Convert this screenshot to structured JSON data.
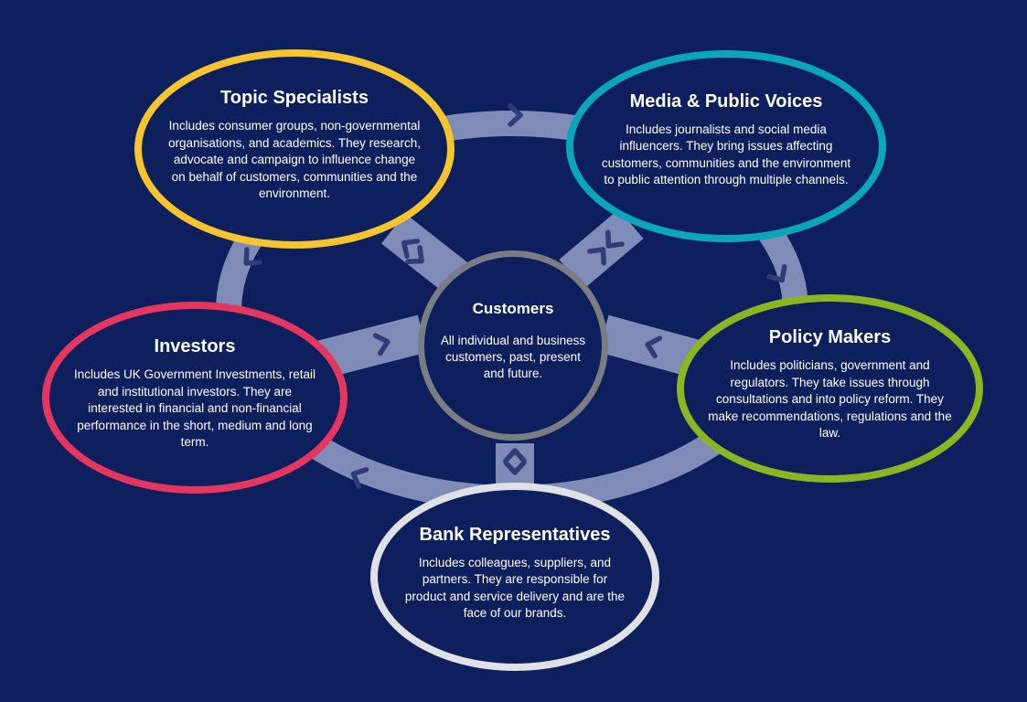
{
  "colors": {
    "background": "#0d1f5c",
    "ring": "#7f8cb8",
    "arrow": "#2e3c78",
    "topic_specialists": "#f6c42e",
    "media_public_voices": "#0aa6b9",
    "investors": "#e5365f",
    "policy_makers": "#8ab721",
    "bank_representatives": "#e0e1e4",
    "customers": "#7a7d84"
  },
  "nodes": {
    "topic_specialists": {
      "title": "Topic Specialists",
      "description": "Includes consumer groups, non-governmental organisations, and academics. They research, advocate and campaign to influence change on behalf of customers, communities and the environment."
    },
    "media_public_voices": {
      "title": "Media & Public Voices",
      "description": "Includes journalists and social media influencers. They bring issues affecting customers, communities and the environment to public attention through multiple channels."
    },
    "investors": {
      "title": "Investors",
      "description": "Includes UK Government Investments, retail and institutional investors. They are interested in financial and non-financial performance in the short, medium and long term."
    },
    "policy_makers": {
      "title": "Policy Makers",
      "description": "Includes politicians, government and regulators. They take issues through consultations and into policy reform. They make recommendations, regulations and the law."
    },
    "bank_representatives": {
      "title": "Bank Representatives",
      "description": "Includes colleagues, suppliers, and partners. They are responsible for product and service delivery and are the face of our brands."
    },
    "customers": {
      "title": "Customers",
      "description": "All individual and business customers, past, present and future."
    }
  }
}
